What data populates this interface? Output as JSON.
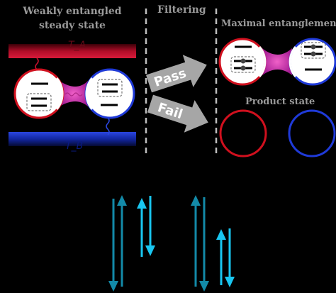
{
  "left_title": {
    "line1": "Weakly entangled",
    "line2": "steady state"
  },
  "center_title": "Filtering",
  "right_title": "Maximal entanglement",
  "product_title": "Product state",
  "bath_hot_label": "T_A",
  "bath_cold_label": "T_B",
  "pass_label": "Pass",
  "fail_label": "Fail",
  "colors": {
    "hot_bath": "#c8102e",
    "cold_bath": "#1533c8",
    "qubit_red": "#d0101e",
    "qubit_blue": "#1f3ad8",
    "coupling": "#e040c0",
    "arrow_gray": "#a6a6a6",
    "label_gray": "#9a9a9a",
    "arrow_cyan": "#19c6f0",
    "arrow_teal": "#138aa8",
    "divider": "#bdbdbd"
  }
}
